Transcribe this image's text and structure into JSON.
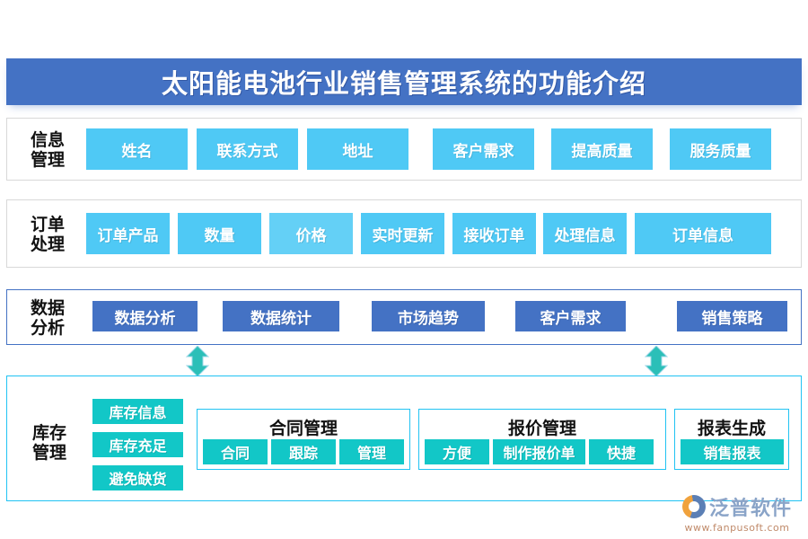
{
  "header": {
    "title": "太阳能电池行业销售管理系统的功能介绍",
    "bar_color": "#4472C4"
  },
  "colors": {
    "header_blue": "#4472C4",
    "light_blue": "#4FC9F5",
    "dark_blue": "#4472C4",
    "teal": "#12C7C7",
    "cyan_border": "#21C3F3",
    "gray_border": "#d8d8d8"
  },
  "rows": [
    {
      "label": "信息\n管理",
      "style": "light-blue",
      "items": [
        {
          "label": "姓名"
        },
        {
          "label": "联系方式"
        },
        {
          "label": "地址"
        },
        {
          "label": "客户需求"
        },
        {
          "label": "提高质量"
        },
        {
          "label": "服务质量"
        }
      ]
    },
    {
      "label": "订单\n处理",
      "style": "light-blue",
      "items": [
        {
          "label": "订单产品"
        },
        {
          "label": "数量"
        },
        {
          "label": "价格"
        },
        {
          "label": "实时更新"
        },
        {
          "label": "接收订单"
        },
        {
          "label": "处理信息"
        },
        {
          "label": "订单信息"
        }
      ]
    },
    {
      "label": "数据\n分析",
      "style": "dark-blue",
      "items": [
        {
          "label": "数据分析"
        },
        {
          "label": "数据统计"
        },
        {
          "label": "市场趋势"
        },
        {
          "label": "客户需求"
        },
        {
          "label": "销售策略"
        }
      ]
    }
  ],
  "inventory": {
    "label": "库存\n管理",
    "stack": [
      {
        "label": "库存信息"
      },
      {
        "label": "库存充足"
      },
      {
        "label": "避免缺货"
      }
    ],
    "groups": [
      {
        "title": "合同管理",
        "items": [
          {
            "label": "合同"
          },
          {
            "label": "跟踪"
          },
          {
            "label": "管理"
          }
        ]
      },
      {
        "title": "报价管理",
        "items": [
          {
            "label": "方便"
          },
          {
            "label": "制作报价单"
          },
          {
            "label": "快捷"
          }
        ]
      },
      {
        "title": "报表生成",
        "items": [
          {
            "label": "销售报表"
          }
        ]
      }
    ]
  },
  "connectors": [
    {
      "name": "double-arrow-left",
      "icon": "double-arrow-vertical-icon"
    },
    {
      "name": "double-arrow-right",
      "icon": "double-arrow-vertical-icon"
    }
  ],
  "watermark": {
    "text": "泛普软件"
  },
  "logo": {
    "name": "泛普软件",
    "url": "www.fanpusoft.com"
  }
}
